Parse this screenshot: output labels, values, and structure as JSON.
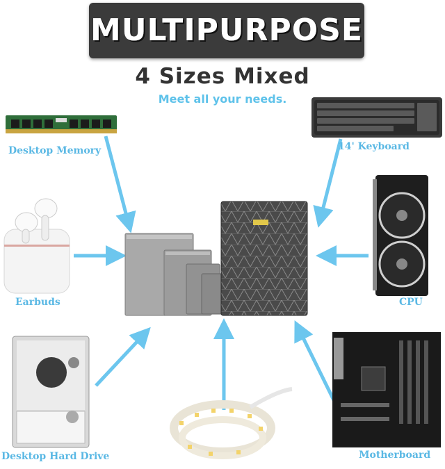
{
  "banner": {
    "title": "MULTIPURPOSE"
  },
  "subtitle": "4 Sizes Mixed",
  "tagline": "Meet all your needs.",
  "labels": {
    "desktop_memory": "Desktop Memory",
    "keyboard": "14' Keyboard",
    "earbuds": "Earbuds",
    "cpu": "CPU",
    "hard_drive": "Desktop Hard Drive",
    "motherboard": "Motherboard"
  },
  "colors": {
    "arrow": "#6cc6ee",
    "label": "#5ab8e4",
    "banner_bg": "#3b3b3b"
  }
}
